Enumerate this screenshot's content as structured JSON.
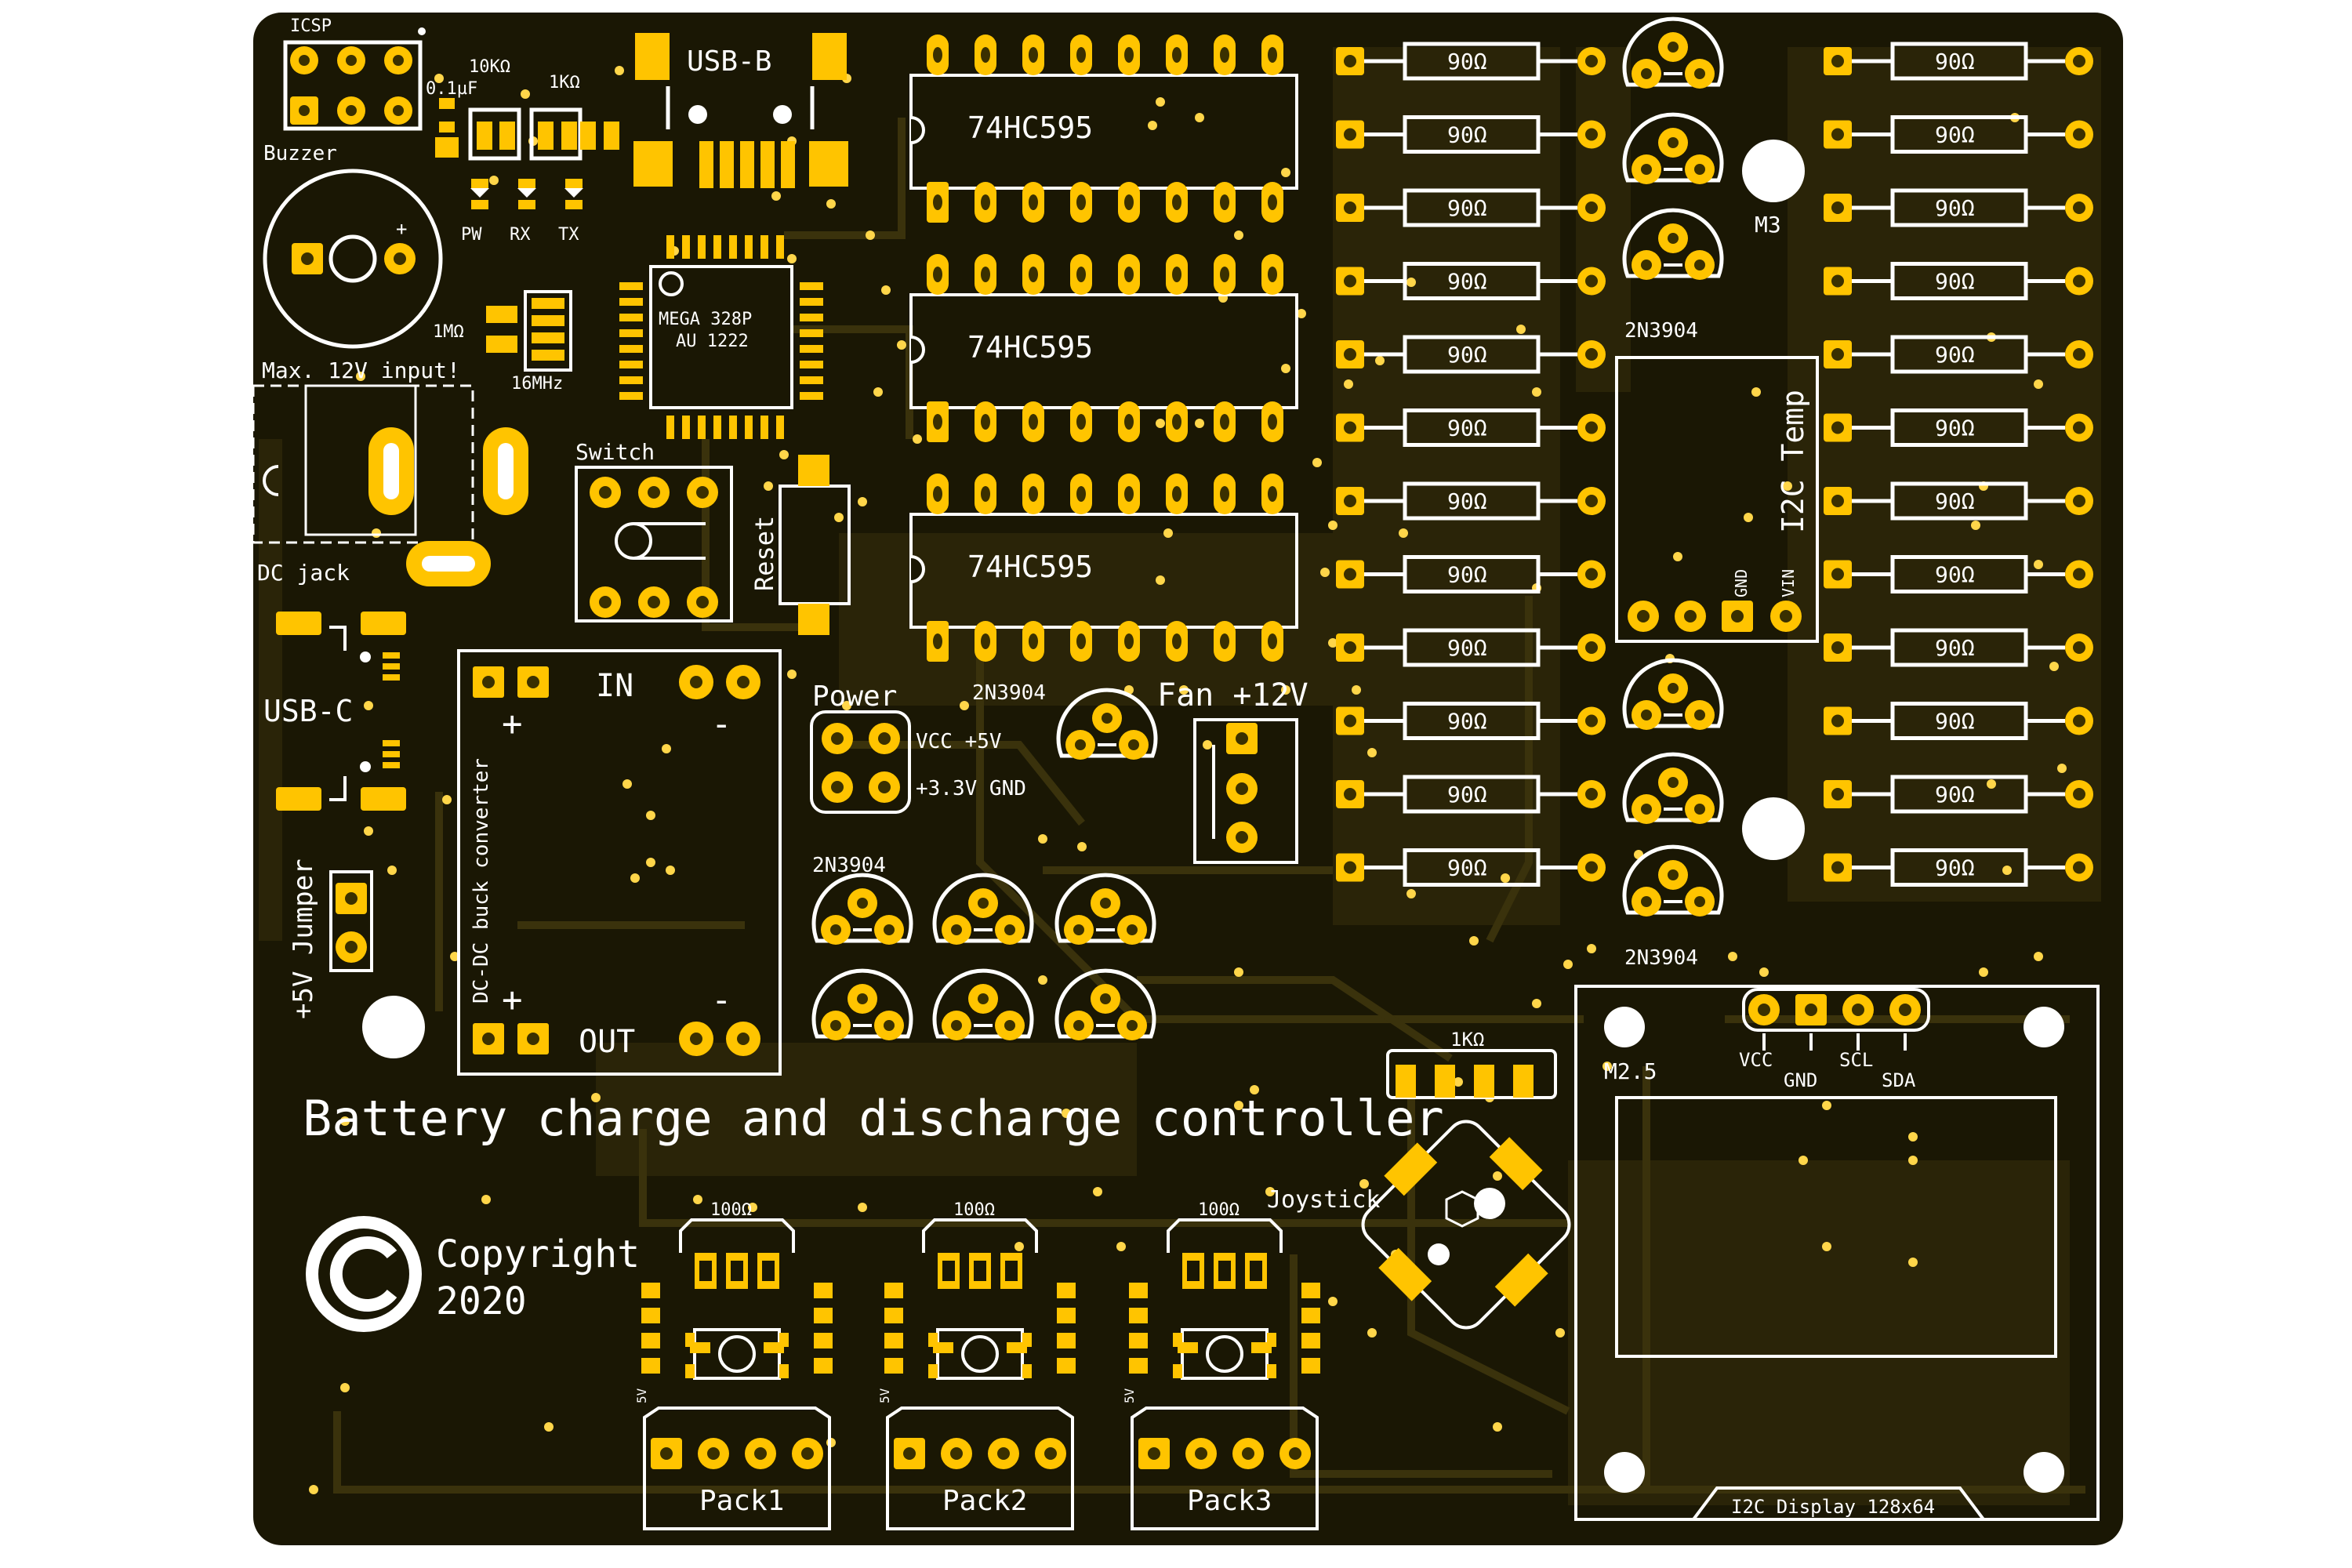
{
  "board": {
    "title": "Battery charge and discharge controller",
    "copyright_line1": "Copyright",
    "copyright_line2": "2020",
    "colors": {
      "board": "#1a1704",
      "copper": "#2a2408",
      "pad": "#ffc400",
      "silk": "#ffffff"
    }
  },
  "labels": {
    "icsp": "ICSP",
    "r10k": "10KΩ",
    "r1k_top": "1KΩ",
    "cap": "0.1µF",
    "usb_b": "USB-B",
    "buzzer": "Buzzer",
    "pw": "PW",
    "rx": "RX",
    "tx": "TX",
    "mcu_line1": "MEGA 328P",
    "mcu_line2": "AU 1222",
    "r1m": "1MΩ",
    "crystal": "16MHz",
    "max_input": "Max. 12V input!",
    "switch": "Switch",
    "reset": "Reset",
    "dc_jack": "DC jack",
    "usb_c": "USB-C",
    "jumper": "+5V Jumper",
    "buck": "DC-DC buck converter",
    "in": "IN",
    "out": "OUT",
    "plus": "+",
    "minus": "-",
    "power": "Power",
    "vcc5": "VCC +5V",
    "v33gnd": "+3.3V GND",
    "fan": "Fan +12V",
    "hc595": "74HC595",
    "transistor": "2N3904",
    "resistor90": "90Ω",
    "m3": "M3",
    "i2c_temp": "I2C Temp",
    "gnd": "GND",
    "vin": "VIN",
    "m25": "M2.5",
    "r1k_joy": "1KΩ",
    "joystick": "Joystick",
    "r100": "100Ω",
    "five_v": "5V",
    "pack1": "Pack1",
    "pack2": "Pack2",
    "pack3": "Pack3",
    "vcc": "VCC",
    "gnd2": "GND",
    "scl": "SCL",
    "sda": "SDA",
    "display": "I2C Display 128x64"
  }
}
